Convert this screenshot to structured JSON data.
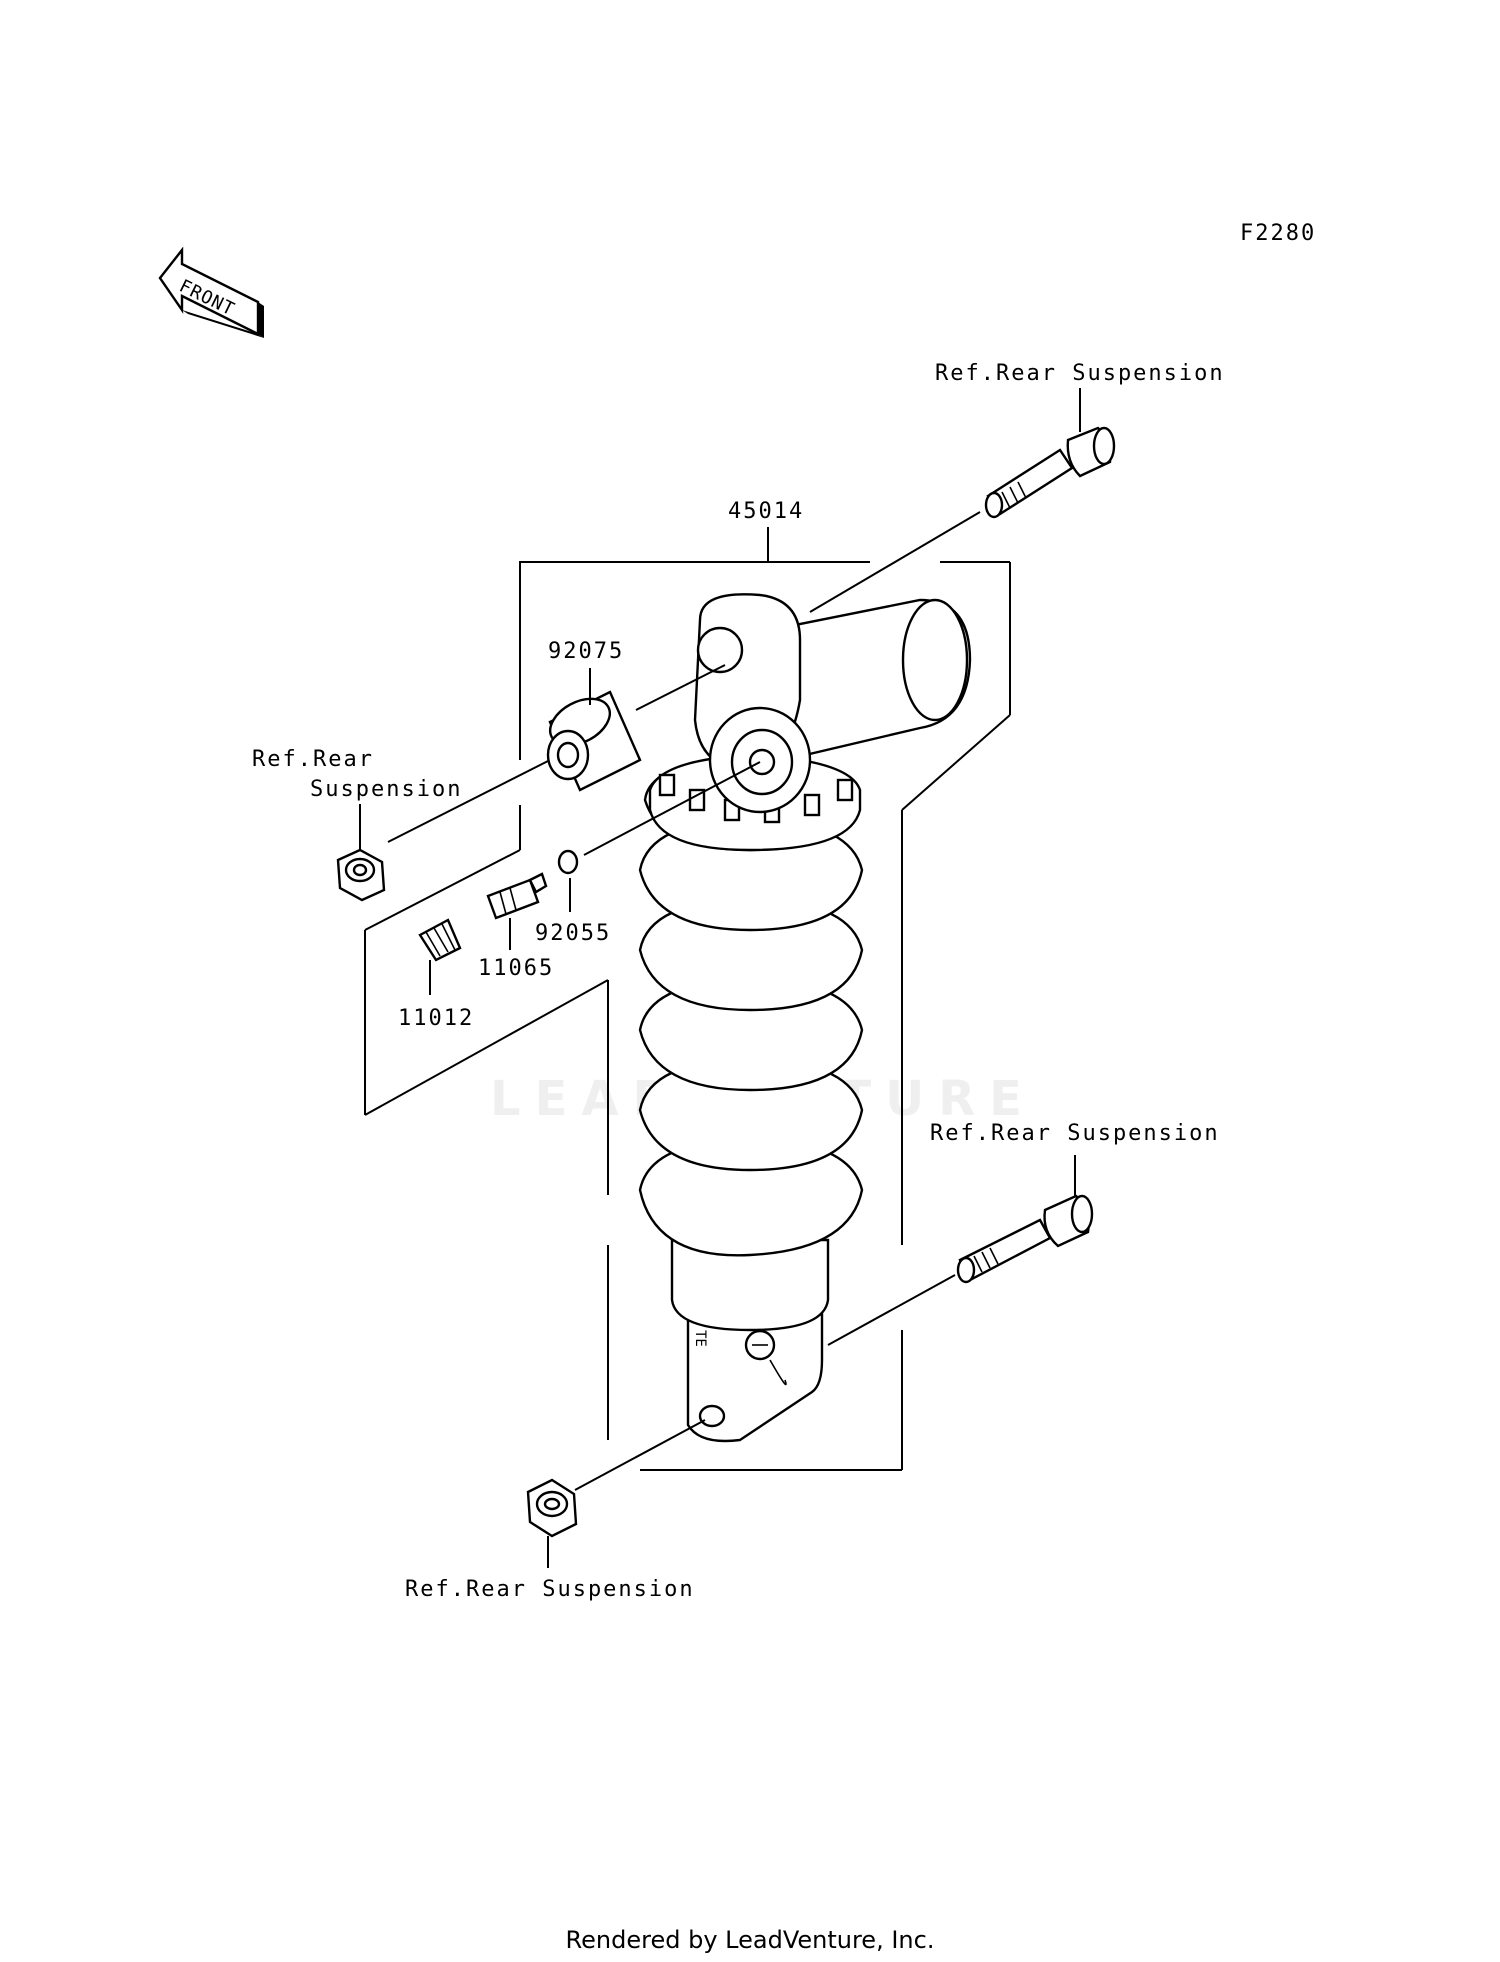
{
  "diagram_code": "F2280",
  "front_arrow_text": "FRONT",
  "callouts": {
    "shock_assembly": "45014",
    "collar": "92075",
    "o_ring": "92055",
    "valve": "11065",
    "cap": "11012"
  },
  "references": {
    "top_bolt": "Ref.Rear Suspension",
    "top_nut_line1": "Ref.Rear",
    "top_nut_line2": "Suspension",
    "bottom_bolt": "Ref.Rear Suspension",
    "bottom_nut": "Ref.Rear Suspension"
  },
  "watermark": "LEADVENTURE",
  "footer": "Rendered by LeadVenture, Inc.",
  "colors": {
    "line": "#000000",
    "background": "#ffffff"
  }
}
